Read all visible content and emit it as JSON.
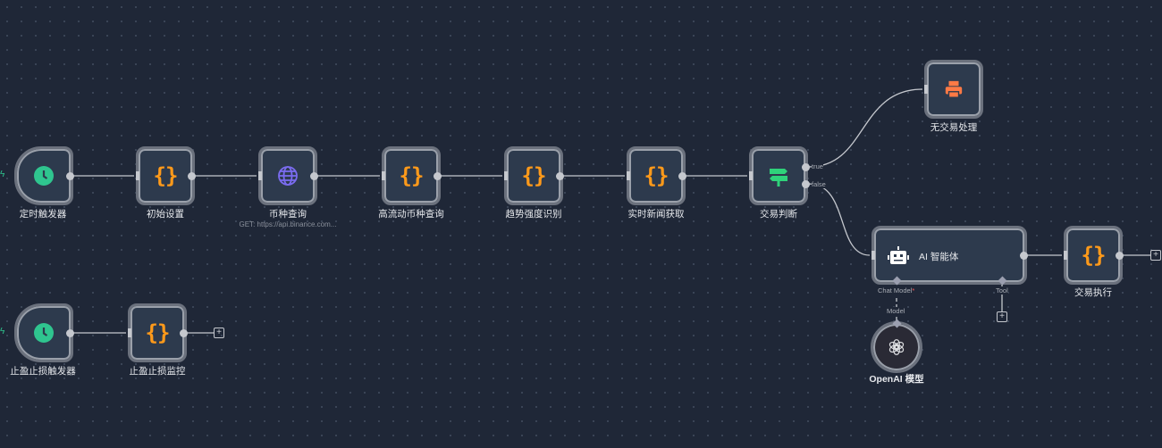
{
  "nodes": {
    "schedule_trigger": {
      "label": "定时触发器",
      "icon": "clock-icon"
    },
    "init_settings": {
      "label": "初始设置",
      "icon": "code-braces-icon"
    },
    "coin_query": {
      "label": "币种查询",
      "subtitle": "GET: https://api.binance.com...",
      "icon": "globe-icon"
    },
    "liquidity_query": {
      "label": "高流动币种查询",
      "icon": "code-braces-icon"
    },
    "trend_strength": {
      "label": "趋势强度识别",
      "icon": "code-braces-icon"
    },
    "news_fetch": {
      "label": "实时新闻获取",
      "icon": "code-braces-icon"
    },
    "trade_decision": {
      "label": "交易判断",
      "icon": "signpost-icon",
      "outputs": [
        "true",
        "false"
      ]
    },
    "no_trade": {
      "label": "无交易处理",
      "icon": "printer-icon"
    },
    "ai_agent": {
      "label": "AI 智能体",
      "icon": "robot-icon",
      "ports": {
        "chat_model": "Chat Model",
        "required_mark": "*",
        "tool": "Tool"
      }
    },
    "trade_execute": {
      "label": "交易执行",
      "icon": "code-braces-icon"
    },
    "openai_model": {
      "label": "OpenAI 模型",
      "port": "Model",
      "icon": "openai-icon"
    },
    "tp_sl_trigger": {
      "label": "止盈止损触发器",
      "icon": "clock-icon"
    },
    "tp_sl_monitor": {
      "label": "止盈止损监控",
      "icon": "code-braces-icon"
    }
  },
  "braces": "{}",
  "plus": "+",
  "bolt": "ϟ",
  "colors": {
    "background": "#1f2737",
    "code": "#ff9a1a",
    "trigger": "#2fc58f",
    "globe": "#7b6cf0",
    "if": "#2fd27a",
    "printer": "#ff7a45"
  }
}
